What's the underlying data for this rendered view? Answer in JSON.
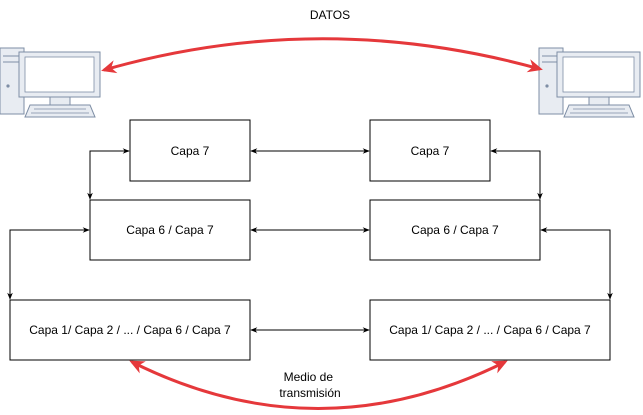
{
  "title": "DATOS",
  "medium_label": [
    "Medio de",
    "transmisión"
  ],
  "left_stack": {
    "top": "Capa 7",
    "middle": "Capa 6 / Capa 7",
    "bottom": "Capa 1/ Capa 2 / ... / Capa 6 / Capa 7"
  },
  "right_stack": {
    "top": "Capa 7",
    "middle": "Capa 6 / Capa 7",
    "bottom": "Capa 1/ Capa 2 / ... / Capa 6 / Capa 7"
  },
  "icons": {
    "left_computer": "computer-icon",
    "right_computer": "computer-icon"
  },
  "colors": {
    "red_arrow": "#e5383b",
    "monitor_fill": "#e8ecf2",
    "monitor_stroke": "#7e8ea5",
    "screen": "#ffffff",
    "box_stroke": "#000000"
  }
}
